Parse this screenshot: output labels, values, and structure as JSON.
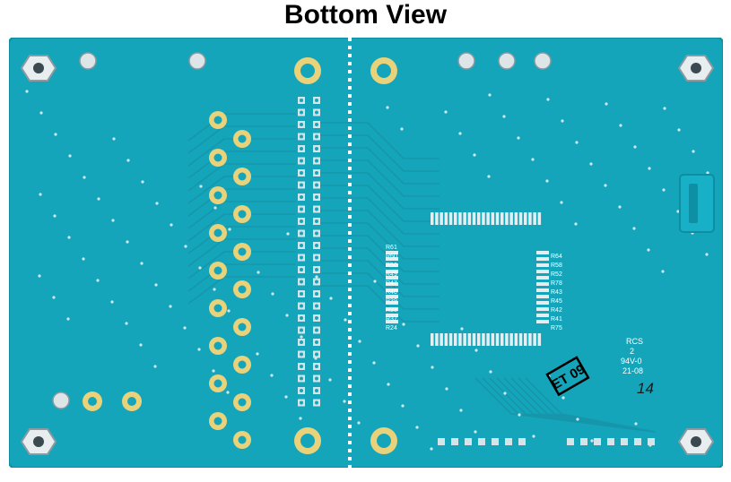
{
  "title": "Bottom View",
  "colors": {
    "pcb": "#14a5bb",
    "pcb_edge": "#0d8ea3",
    "trace": "#1796ab",
    "silkscreen": "#ffffff",
    "gold_pad": "#e9d27a",
    "divider": "#ffffff"
  },
  "silkscreen": {
    "left_refs": [
      "R61",
      "R60",
      "R50",
      "R49",
      "R47",
      "R40",
      "R39",
      "R38",
      "R37",
      "R24"
    ],
    "right_refs": [
      "R64",
      "R58",
      "R52",
      "R78",
      "R43",
      "R45",
      "R42",
      "R41",
      "R75"
    ],
    "board_text": [
      "RCS",
      "2",
      "94V-0",
      "21-08"
    ],
    "stamp": "ET 09",
    "handwritten": "14"
  }
}
